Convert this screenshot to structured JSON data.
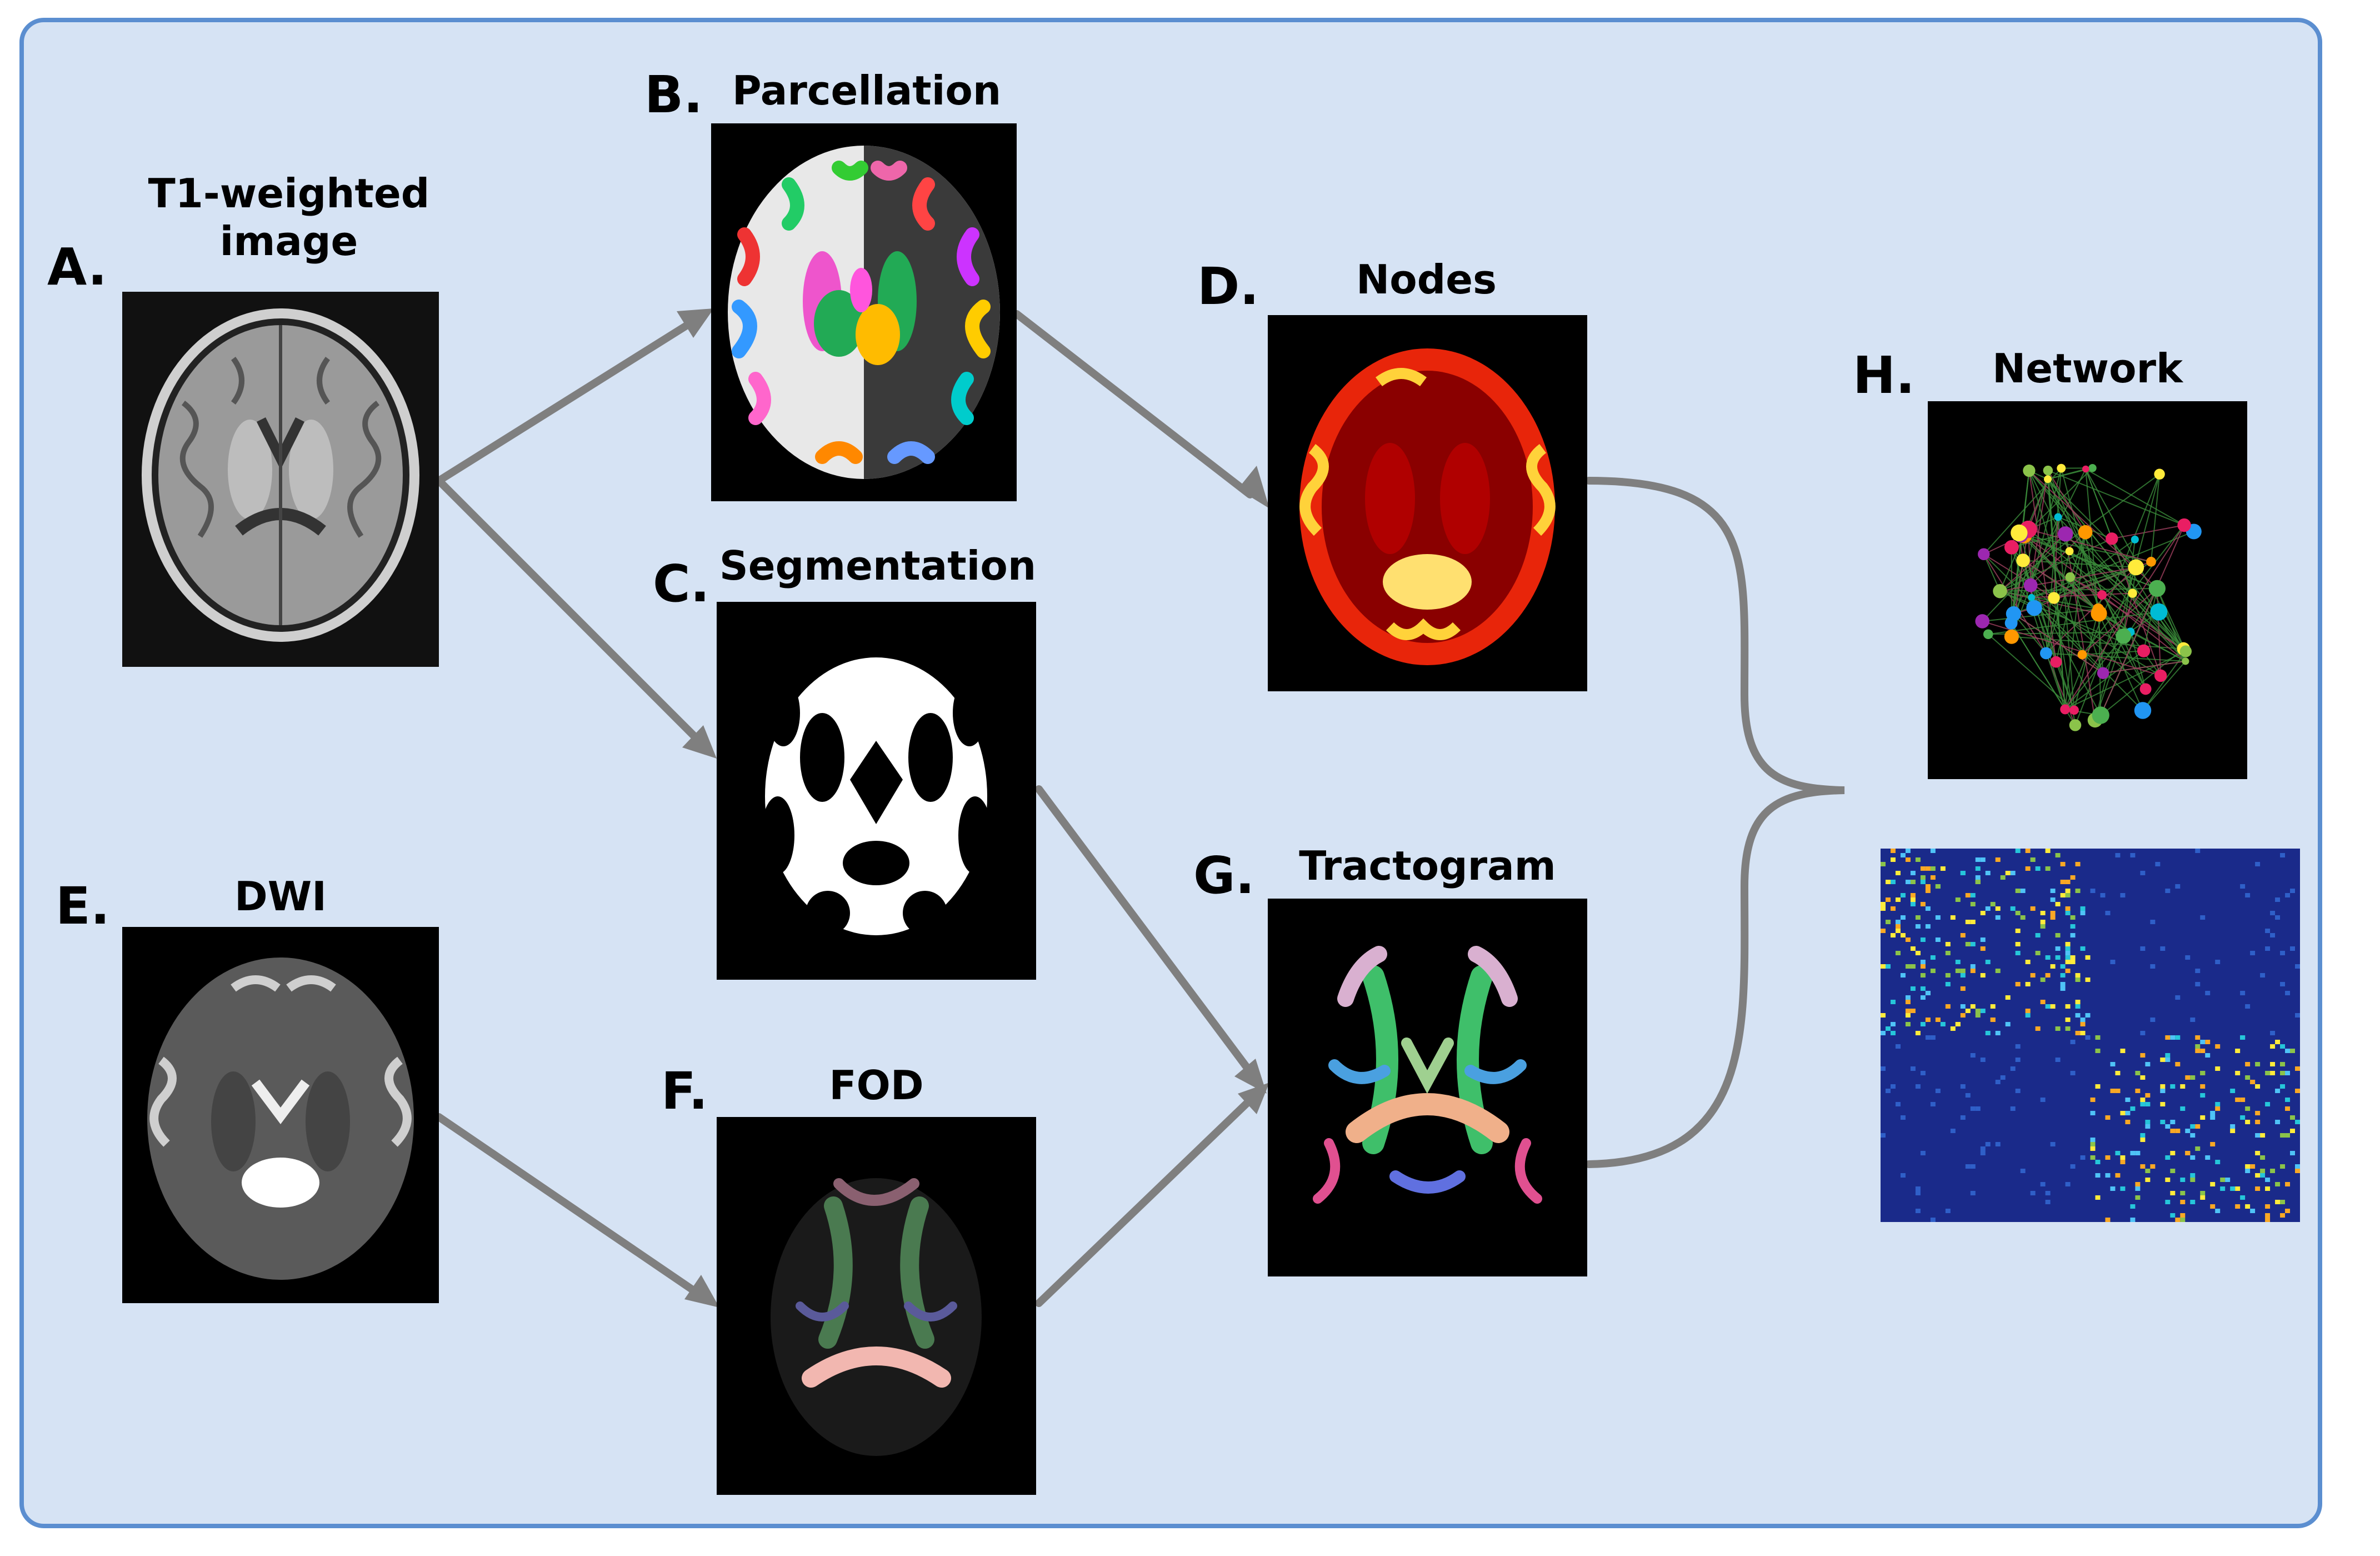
{
  "colors": {
    "background": "#d6e3f4",
    "border": "#5b8ed0",
    "arrow": "#7f7f7f"
  },
  "panels": {
    "a": {
      "letter": "A.",
      "title": "T1-weighted image",
      "icon": "t1-brain-scan"
    },
    "b": {
      "letter": "B.",
      "title": "Parcellation",
      "icon": "parcellation-brain-map"
    },
    "c": {
      "letter": "C.",
      "title": "Segmentation",
      "icon": "white-matter-mask"
    },
    "d": {
      "letter": "D.",
      "title": "Nodes",
      "icon": "nodes-brain-map"
    },
    "e": {
      "letter": "E.",
      "title": "DWI",
      "icon": "dwi-brain-scan"
    },
    "f": {
      "letter": "F.",
      "title": "FOD",
      "icon": "fod-brain-map"
    },
    "g": {
      "letter": "G.",
      "title": "Tractogram",
      "icon": "tractogram-brain-map"
    },
    "h": {
      "letter": "H.",
      "title": "Network",
      "icon": "network-graph"
    },
    "matrix": {
      "icon": "connectivity-matrix"
    }
  }
}
